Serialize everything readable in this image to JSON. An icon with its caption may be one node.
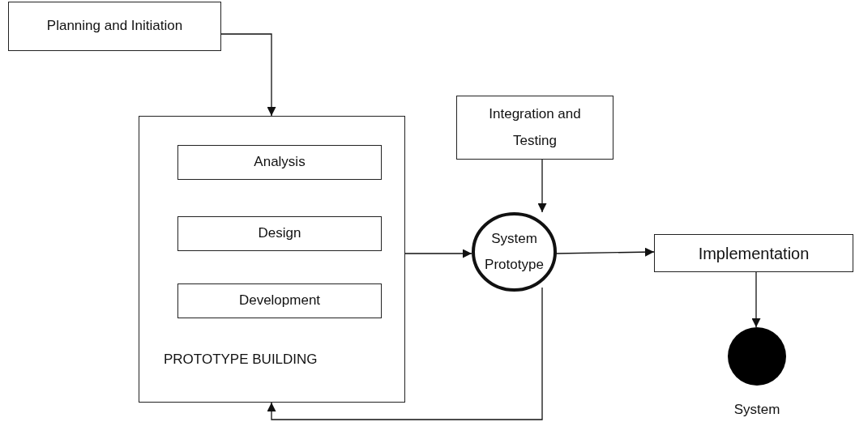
{
  "diagram": {
    "nodes": [
      {
        "text": [
          "Planning and Initiation"
        ]
      },
      {
        "text": [
          "PROTOTYPE BUILDING"
        ]
      },
      {
        "text": [
          "Analysis"
        ],
        "in": 1
      },
      {
        "text": [
          "Design"
        ],
        "in": 1
      },
      {
        "text": [
          "Development"
        ],
        "in": 1
      },
      {
        "text": [
          "Integration and Testing"
        ]
      },
      {
        "text": [
          "System Prototype"
        ]
      },
      {
        "text": [
          "Implementation"
        ]
      },
      {
        "text": [],
        "shape": "circle",
        "beside": [
          "System"
        ]
      }
    ],
    "edges": [
      {
        "from": 0,
        "to": 1,
        "arrow": "to"
      },
      {
        "from": 1,
        "to": 6,
        "arrow": "to"
      },
      {
        "from": 5,
        "to": 6,
        "arrow": "to"
      },
      {
        "from": 6,
        "to": 7,
        "arrow": "to"
      },
      {
        "from": 7,
        "to": 8,
        "arrow": "to"
      },
      {
        "from": 6,
        "to": 1,
        "arrow": "to"
      }
    ]
  }
}
